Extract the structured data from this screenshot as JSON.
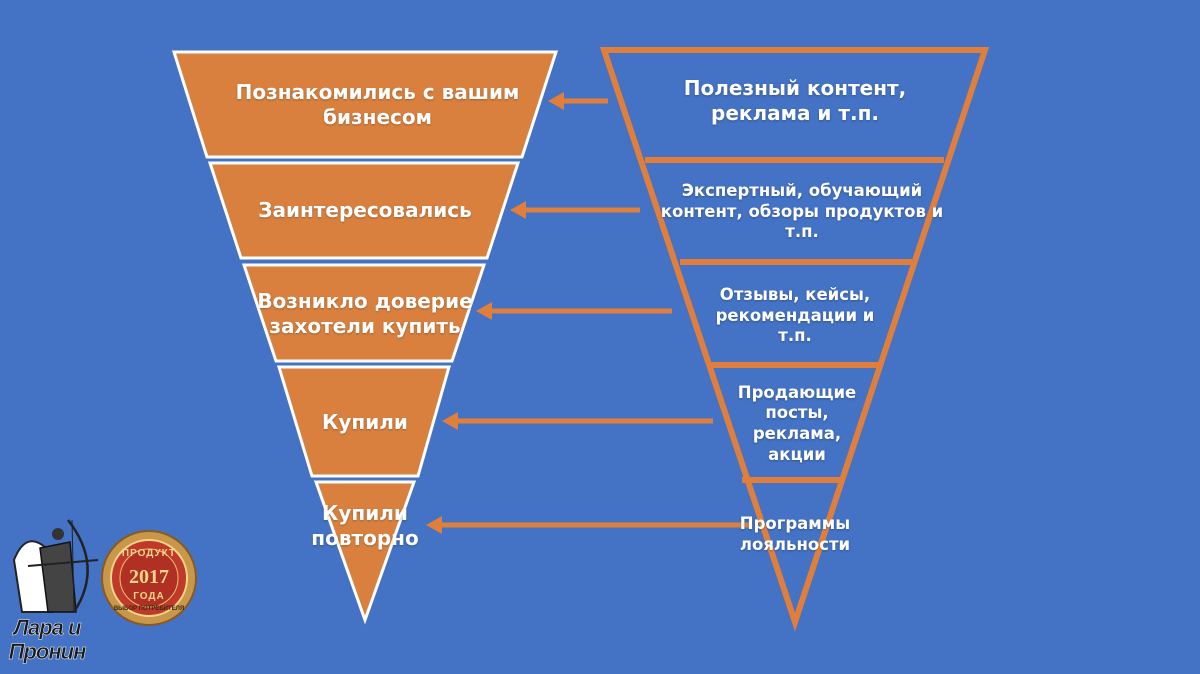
{
  "colors": {
    "background": "#4472c4",
    "funnel_fill": "#d9803f",
    "funnel_stroke": "#ffffff",
    "outline": "#e07f3c",
    "arrow": "#e07f3c",
    "text": "#ffffff"
  },
  "left_funnel": {
    "stages": [
      "Познакомились с вашим бизнесом",
      "Заинтересовались",
      "Возникло доверие захотели купить",
      "Купили",
      "Купили повторно"
    ]
  },
  "right_funnel": {
    "stages": [
      "Полезный контент, реклама и т.п.",
      "Экспертный, обучающий контент, обзоры продуктов и т.п.",
      "Отзывы, кейсы, рекомендации и т.п.",
      "Продающие посты, реклама, акции",
      "Программы лояльности"
    ]
  },
  "logo": {
    "brand_line1": "Лара и",
    "brand_line2": "Пронин",
    "badge_top": "ПРОДУКТ",
    "badge_year": "2017",
    "badge_bottom": "ГОДА",
    "badge_ring": "ВЫБОР ПОТРЕБИТЕЛЯ",
    "icon": "archer-figures-icon"
  }
}
